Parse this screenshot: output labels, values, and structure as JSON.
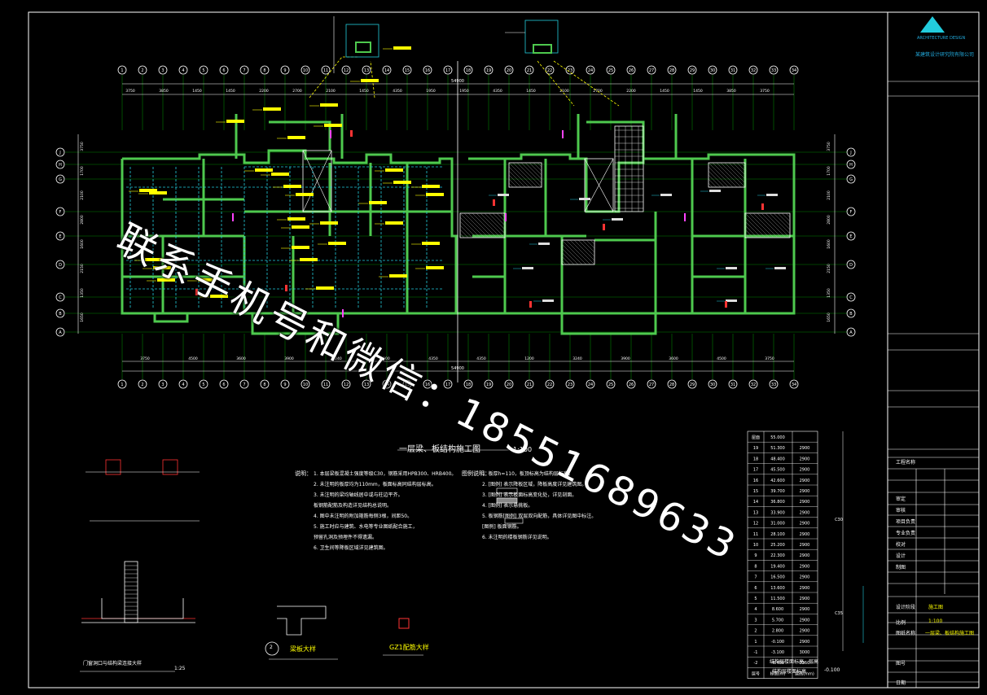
{
  "drawing": {
    "plan_title": "一层梁、板结构施工图",
    "plan_scale": "1:100",
    "total_dim_top": "54900",
    "total_dim_bottom": "54900",
    "grid_top": [
      "1",
      "2",
      "3",
      "4",
      "5",
      "6",
      "7",
      "8",
      "9",
      "10",
      "11",
      "12",
      "13",
      "14",
      "15",
      "16",
      "17",
      "18",
      "19",
      "20",
      "21",
      "22",
      "23",
      "24",
      "25",
      "26",
      "27",
      "28",
      "29",
      "30",
      "31",
      "32",
      "33",
      "34"
    ],
    "grid_side": [
      "J",
      "H",
      "G",
      "F",
      "E",
      "D",
      "C",
      "B",
      "A"
    ],
    "dims_top": [
      "3750",
      "3850",
      "1450",
      "1450",
      "2200",
      "2700",
      "2100",
      "1450",
      "4350",
      "1950",
      "1950",
      "4350",
      "1450",
      "2100",
      "2700",
      "2200",
      "1450",
      "1450",
      "3850",
      "3750"
    ],
    "dims_bottom": [
      "3750",
      "4500",
      "3600",
      "3900",
      "3240",
      "1200",
      "4350",
      "4350",
      "1200",
      "3240",
      "3900",
      "3600",
      "4500",
      "3750"
    ],
    "side_dims": [
      "3750",
      "1700",
      "2100",
      "2800",
      "1600",
      "2150",
      "1350",
      "1650"
    ]
  },
  "notes": {
    "heading1": "说明：",
    "items1": [
      "1. 本层梁板混凝土强度等级C30，钢筋采用HPB300、HRB400。",
      "2. 未注明的板厚均为110mm，板面标高同结构层标高。",
      "3. 未注明的梁均轴线居中或与柱边平齐。",
      "   板钢筋配筋及构造详见结构总说明。",
      "4. 图中未注明的附加箍筋每侧3根，间距50。",
      "5. 施工时应与建筑、水电等专业图纸配合施工，",
      "   预留孔洞及预埋件不得遗漏。",
      "6. 卫生间等降板区域详见建筑图。"
    ],
    "heading2": "图例说明：",
    "items2": [
      "1. 板厚h=110，板顶标高为结构层标高。",
      "2. [图例] 表示降板区域，降板高度详见建筑图。",
      "3. [图例] 表示板面标高变化处，详见剖面。",
      "4. [图例] 表示悬挑板。",
      "5. 板钢筋[图例] 双层双向配筋，具体详见图中标注。",
      "   [图例] 板面钢筋。",
      "6. 未注明的楼板钢筋详见说明。"
    ]
  },
  "details": {
    "detail1": "门窗洞口与结构梁连接大样",
    "detail1_scale": "1:25",
    "detail2_num": "2",
    "detail2": "梁板大样",
    "detail3": "GZ1配筋大样"
  },
  "level_table": {
    "caption": "结构层楼面标高、层高",
    "caption2": "结构层楼面标高",
    "caption2_value": "-0.100",
    "header_left": "屋面",
    "header_elev": "55.000",
    "rows": [
      [
        "19",
        "51.300",
        "2900"
      ],
      [
        "18",
        "48.400",
        "2900"
      ],
      [
        "17",
        "45.500",
        "2900"
      ],
      [
        "16",
        "42.600",
        "2900"
      ],
      [
        "15",
        "39.700",
        "2900"
      ],
      [
        "14",
        "36.800",
        "2900"
      ],
      [
        "13",
        "33.900",
        "2900"
      ],
      [
        "12",
        "31.000",
        "2900"
      ],
      [
        "11",
        "28.100",
        "2900"
      ],
      [
        "10",
        "25.200",
        "2900"
      ],
      [
        "9",
        "22.300",
        "2900"
      ],
      [
        "8",
        "19.400",
        "2900"
      ],
      [
        "7",
        "16.500",
        "2900"
      ],
      [
        "6",
        "13.600",
        "2900"
      ],
      [
        "5",
        "11.500",
        "2900"
      ],
      [
        "4",
        "8.600",
        "2900"
      ],
      [
        "3",
        "5.700",
        "2900"
      ],
      [
        "2",
        "2.800",
        "2900"
      ],
      [
        "1",
        "-0.100",
        "2900"
      ],
      [
        "-1",
        "-3.100",
        "3000"
      ],
      [
        "-2",
        "-6.450",
        "3350"
      ]
    ],
    "footer_left": "层号",
    "footer_mid": "标高(m)",
    "footer_right": "层高(mm)",
    "side_c30": "C30",
    "side_c35": "C35"
  },
  "title_block": {
    "company": "某建筑设计研究院有限公司",
    "sub_company": "ARCHITECTURE DESIGN",
    "project_label": "工程名称",
    "drawing_label": "图纸名称",
    "drawing_name": "一层梁、板结构施工图",
    "scale_label": "比例",
    "scale_value": "1:100",
    "stage_label": "设计阶段",
    "stage_value": "施工图",
    "roles": [
      "审定",
      "审核",
      "项目负责",
      "专业负责",
      "校对",
      "设计",
      "制图"
    ],
    "number_label": "图号",
    "date_label": "日期"
  },
  "watermark": "联系手机号和微信：18551689633",
  "colors": {
    "wall": "#4ec94e",
    "grid": "#0f0",
    "yellow": "#ffff00",
    "cyan": "#22ccdd",
    "white": "#ffffff",
    "red": "#ff3333",
    "magenta": "#ff44ff"
  }
}
